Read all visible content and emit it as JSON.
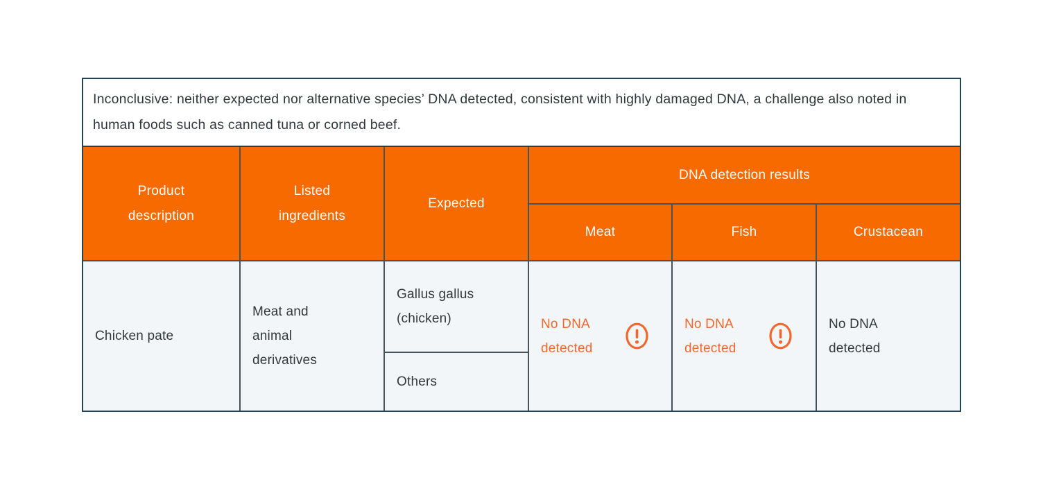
{
  "note": {
    "text": "Inconclusive: neither expected nor alternative species’ DNA detected, consistent with highly damaged DNA, a challenge also noted in human foods such as canned tuna or corned beef."
  },
  "table": {
    "headers": {
      "product_description": "Product description",
      "listed_ingredients": "Listed ingredients",
      "expected": "Expected",
      "dna_detection_results": "DNA detection results",
      "meat": "Meat",
      "fish": "Fish",
      "crustacean": "Crustacean"
    },
    "row": {
      "product_description": "Chicken pate",
      "listed_ingredients": "Meat and animal derivatives",
      "expected_primary": "Gallus gallus (chicken)",
      "expected_secondary": "Others",
      "results": {
        "meat": {
          "text": "No DNA detected",
          "flagged": "true",
          "icon": "exclamation-circle-icon"
        },
        "fish": {
          "text": "No DNA detected",
          "flagged": "true",
          "icon": "exclamation-circle-icon"
        },
        "crustacean": {
          "text": "No DNA detected",
          "flagged": "false",
          "icon": "none"
        }
      }
    }
  },
  "colors": {
    "header_orange": "#f66a00",
    "result_alert_orange": "#f1672c",
    "cell_background": "#f3f6f8",
    "outer_border": "#24414f",
    "inner_border": "#46525c",
    "body_text": "#31383c"
  }
}
